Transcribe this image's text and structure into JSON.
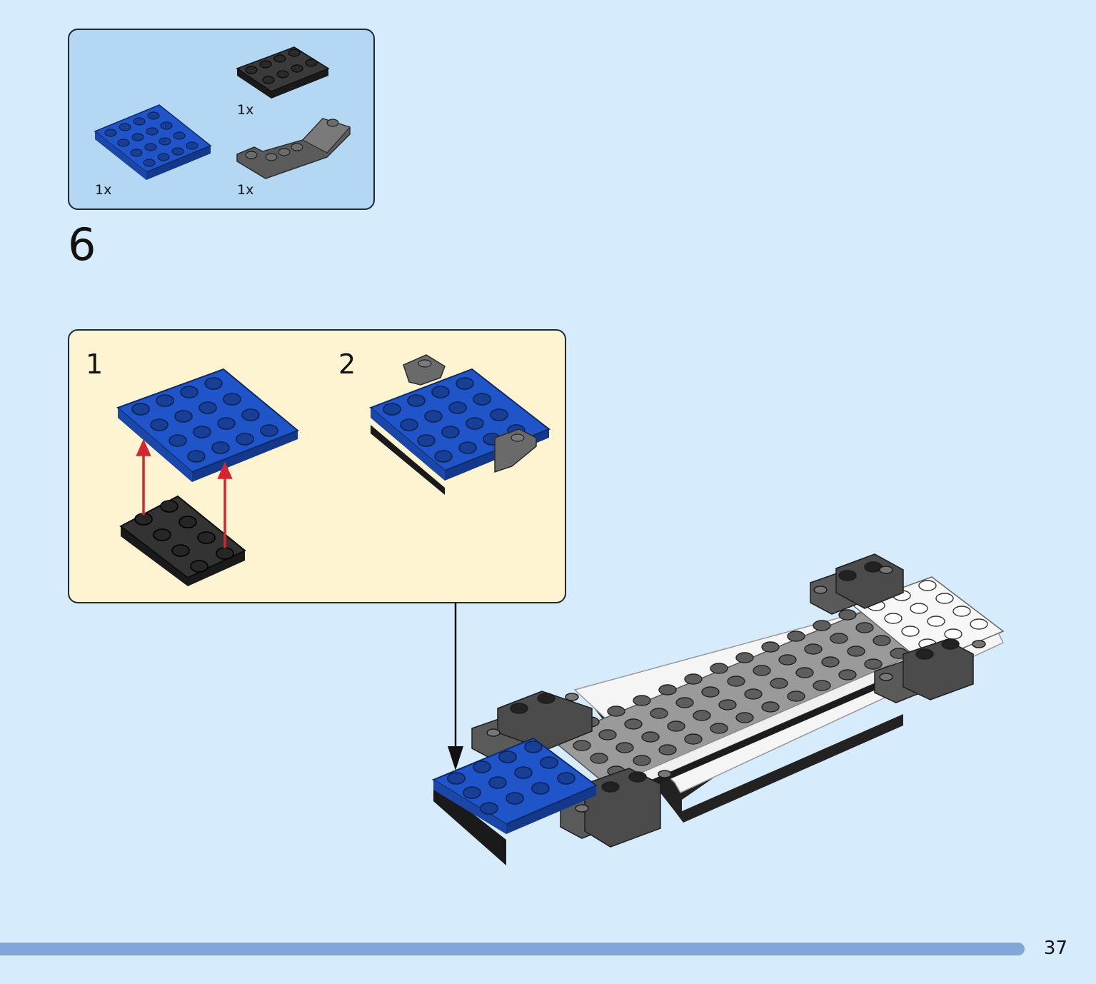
{
  "parts_list": {
    "items": [
      {
        "name": "blue-plate-4x4",
        "quantity": "1x",
        "color": "#1f55c9"
      },
      {
        "name": "black-plate-2x4",
        "quantity": "1x",
        "color": "#2d2d2d"
      },
      {
        "name": "dark-gray-inverted-slope",
        "quantity": "1x",
        "color": "#6a6a6a"
      }
    ]
  },
  "step": {
    "number": "6"
  },
  "sub_assembly": {
    "steps": [
      {
        "number": "1"
      },
      {
        "number": "2"
      }
    ]
  },
  "colors": {
    "background": "#d6ebfb",
    "parts_box": "#b4d7f4",
    "sub_box": "#fef4d1",
    "blue": "#1f55c9",
    "arrow_red": "#d32630",
    "progress": "#81a7d8"
  },
  "footer": {
    "page_number": "37"
  }
}
